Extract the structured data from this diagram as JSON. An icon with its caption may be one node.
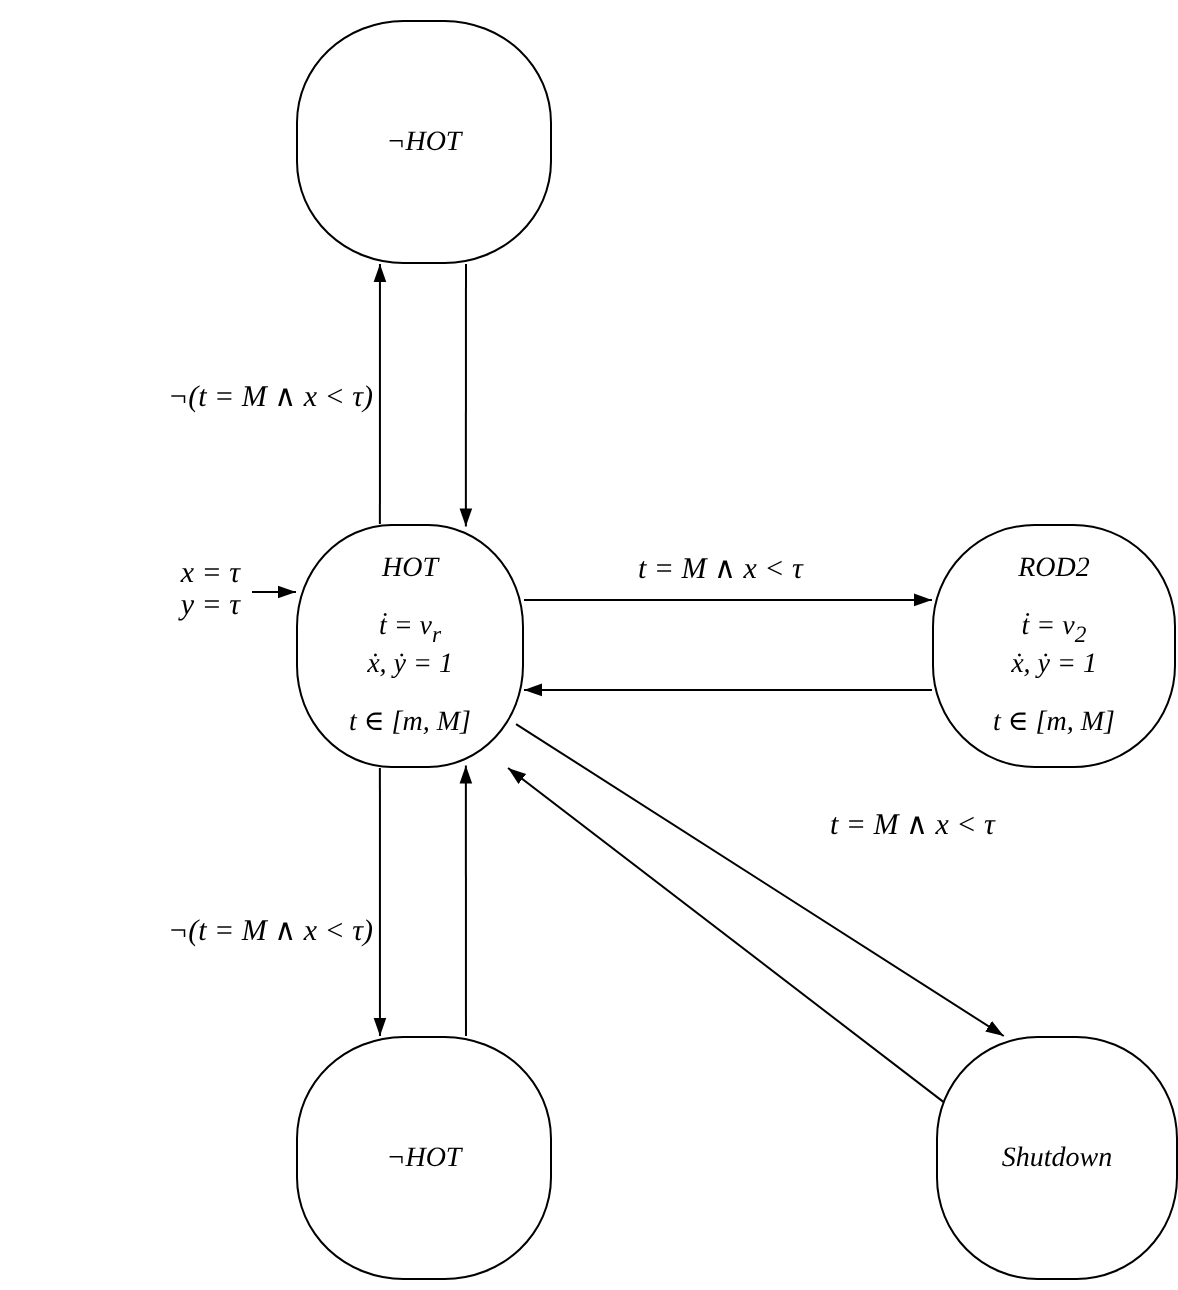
{
  "diagram": {
    "nodes": [
      {
        "text": [
          "¬HOT"
        ]
      },
      {
        "text": [
          "HOT",
          "ṫ = v$_{r}$",
          "ẋ, ẏ = 1",
          "t ∈ [m, M]"
        ]
      },
      {
        "text": [
          "ROD2",
          "ṫ = v$_{2}$",
          "ẋ, ẏ = 1",
          "t ∈ [m, M]"
        ]
      },
      {
        "text": [
          "¬HOT"
        ]
      },
      {
        "text": [
          "Shutdown"
        ]
      }
    ],
    "edges": [
      {
        "from": 1,
        "to": 0,
        "arrow": "to",
        "label": "¬(t = M ∧ x < τ)"
      },
      {
        "from": 0,
        "to": 1,
        "arrow": "to"
      },
      {
        "from": 1,
        "to": 2,
        "arrow": "to",
        "label": "t = M ∧ x < τ"
      },
      {
        "from": 2,
        "to": 1,
        "arrow": "to"
      },
      {
        "from": 1,
        "to": 3,
        "arrow": "to",
        "label": "¬(t = M ∧ x < τ)"
      },
      {
        "from": 3,
        "to": 1,
        "arrow": "to"
      },
      {
        "from": 1,
        "to": 4,
        "arrow": "to",
        "label": "t = M ∧ x < τ"
      },
      {
        "from": 4,
        "to": 1,
        "arrow": "to"
      },
      {
        "from": null,
        "to": 1,
        "arrow": "to",
        "label": "x = τ y = τ"
      }
    ]
  }
}
